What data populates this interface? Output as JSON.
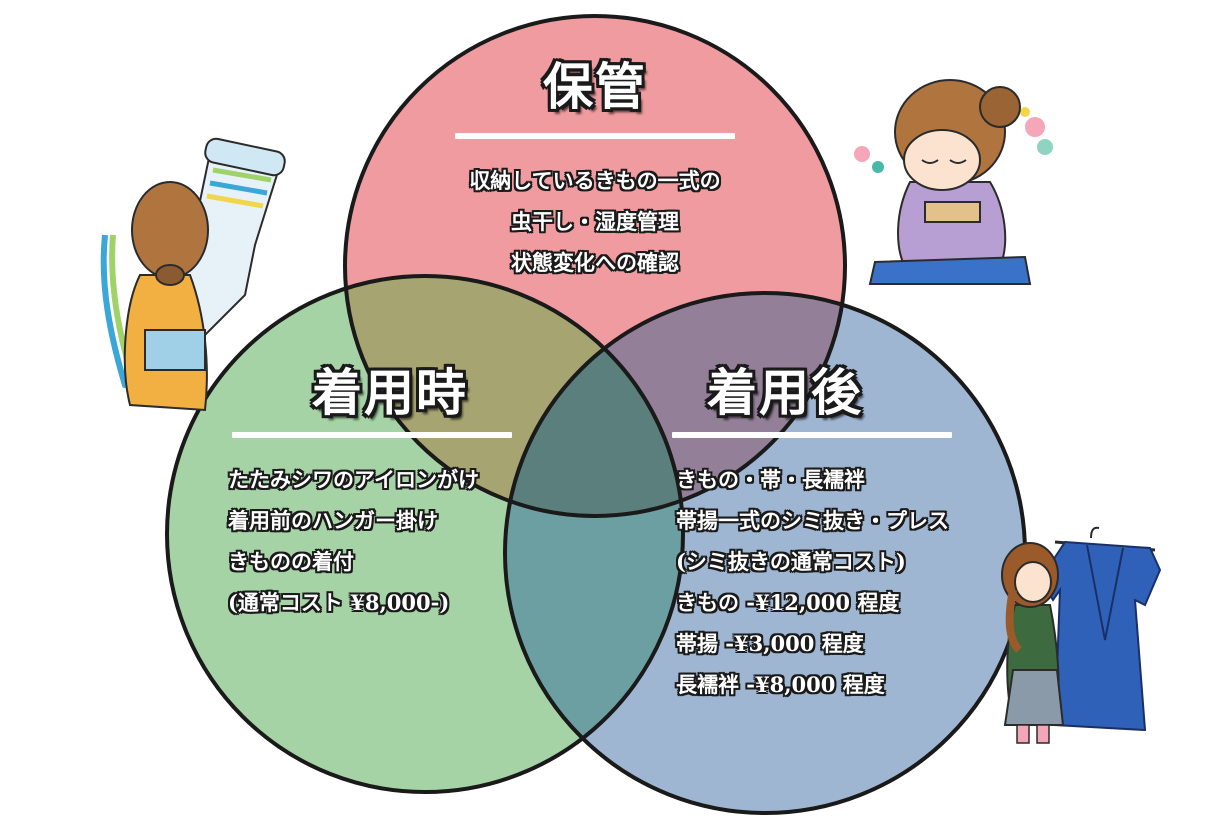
{
  "diagram": {
    "colors": {
      "top_circle": "#ef9b9f",
      "left_circle": "#a6d3a6",
      "right_circle": "#9fb6d3",
      "overlap_top_left": "#a6a470",
      "overlap_top_right": "#947f98",
      "overlap_left_right": "#6c9fa1",
      "overlap_center": "#5b7f7c",
      "outline": "#1a1a1a"
    },
    "storage": {
      "title": "保管",
      "items": [
        "収納しているきもの一式の",
        "虫干し・湿度管理",
        "状態変化への確認"
      ]
    },
    "wearing": {
      "title": "着用時",
      "items": [
        "たたみシワのアイロンがけ",
        "着用前のハンガー掛け",
        "きものの着付",
        "(通常コスト ¥8,000-)"
      ]
    },
    "after_wearing": {
      "title": "着用後",
      "items": [
        "きもの・帯・長襦袢",
        "帯揚一式のシミ抜き・プレス",
        "(シミ抜きの通常コスト)",
        "きもの -¥12,000 程度",
        "帯揚 -¥3,000 程度",
        "長襦袢 -¥8,000 程度"
      ]
    }
  },
  "illustrations": [
    "woman-with-fabric-roll-illustration",
    "bowing-woman-illustration",
    "woman-with-hanging-kimono-illustration"
  ]
}
